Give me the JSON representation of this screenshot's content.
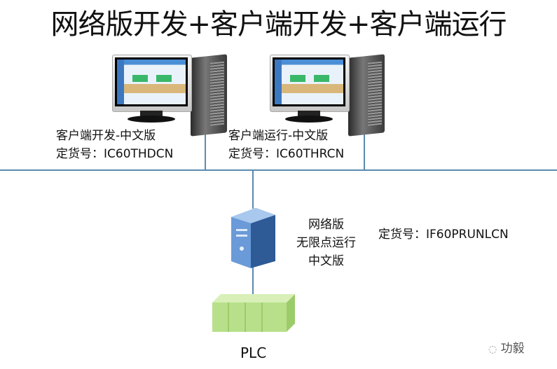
{
  "title": "网络版开发+客户端开发+客户端运行",
  "client_dev": {
    "name": "客户端开发-中文版",
    "order": "定货号：IC60THDCN"
  },
  "client_run": {
    "name": "客户端运行-中文版",
    "order": "定货号：IC60THRCN"
  },
  "server": {
    "line1": "网络版",
    "line2": "无限点运行",
    "line3": "中文版",
    "order": "定货号：IF60PRUNLCN"
  },
  "plc": {
    "label": "PLC"
  },
  "watermark": {
    "text": "功毅"
  },
  "colors": {
    "line": "#5b8bb0",
    "plc": "#b8e08a",
    "server": "#4d7fc0"
  }
}
